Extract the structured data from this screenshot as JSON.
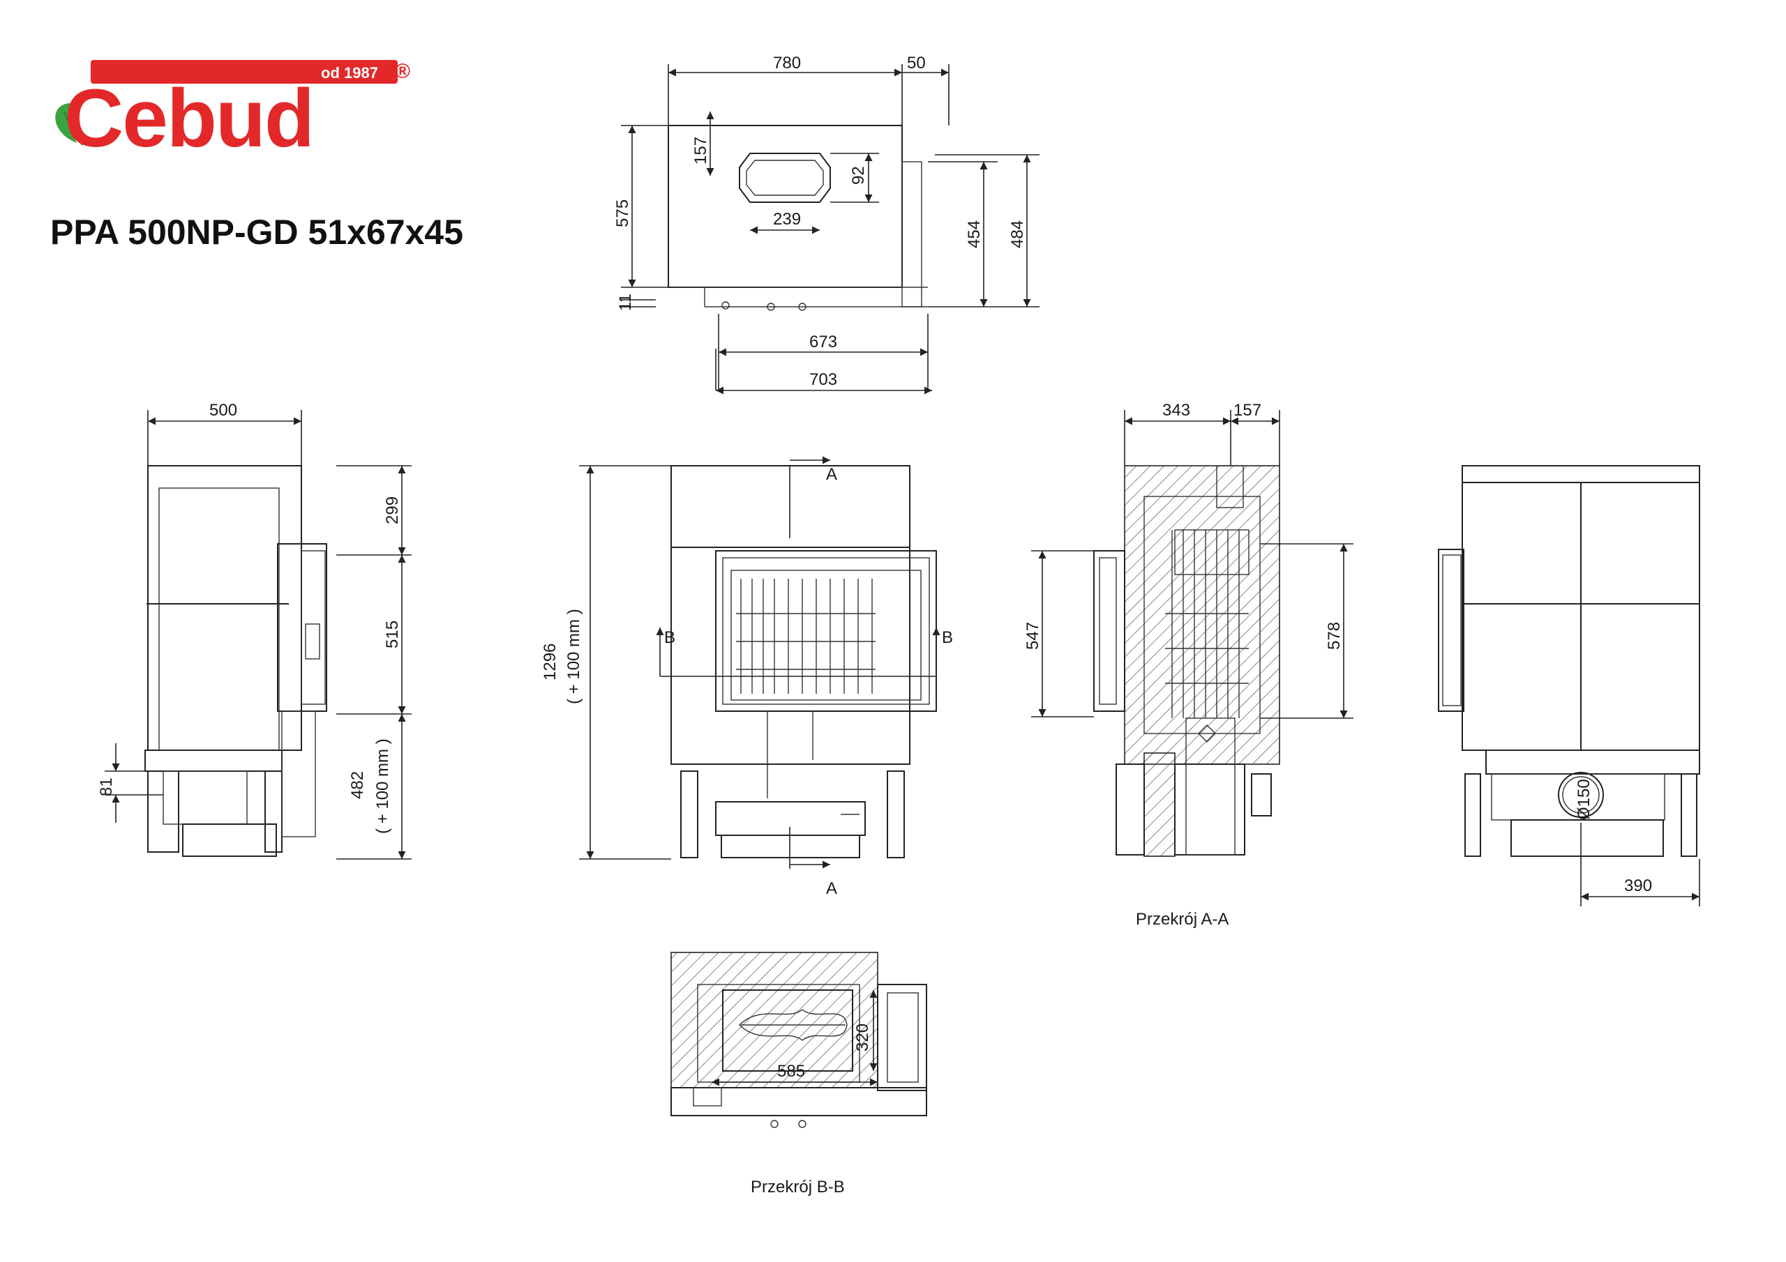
{
  "brand": {
    "logo_text": "Cebud",
    "since": "od 1987",
    "registered": "®",
    "red": "#e3282a",
    "leaf_green": "#3aa33f"
  },
  "title": "PPA 500NP-GD 51x67x45",
  "top_view": {
    "width": "780",
    "offset": "50",
    "opening_depth": "157",
    "opening_height": "92",
    "opening_width": "239",
    "depth": "575",
    "small": "11",
    "inner_depth": "454",
    "outer_depth": "484",
    "inner_width": "673",
    "outer_width": "703"
  },
  "side_view": {
    "width": "500",
    "top": "299",
    "door": "515",
    "bottom": "482",
    "bottom_note": "( + 100 mm )",
    "leg": "81"
  },
  "front_view": {
    "height": "1296",
    "height_note": "( + 100 mm )",
    "section_a_top": "A",
    "section_a_bottom": "A",
    "section_b_left": "B",
    "section_b_right": "B"
  },
  "section_aa": {
    "left_width": "343",
    "right_width": "157",
    "door_height": "547",
    "body_height": "578",
    "caption": "Przekrój A-A"
  },
  "back_view": {
    "flue": "Ø150",
    "flue_offset": "390"
  },
  "section_bb": {
    "depth": "320",
    "width": "585",
    "caption": "Przekrój B-B"
  }
}
